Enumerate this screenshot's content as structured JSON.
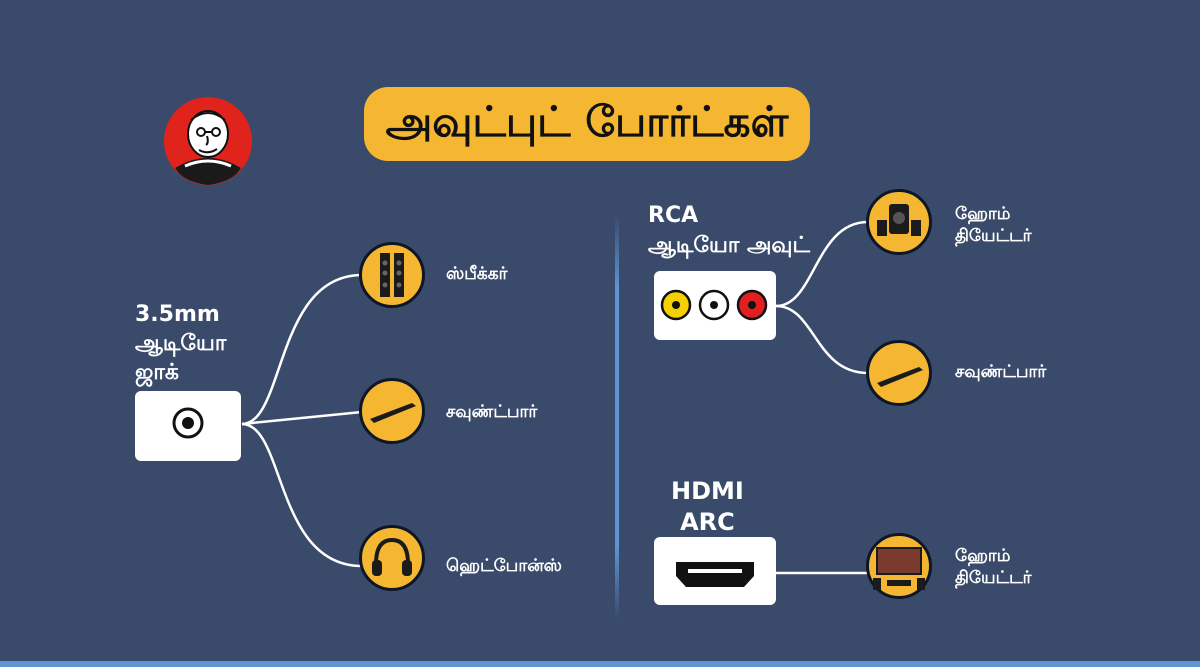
{
  "title": "அவுட்புட் போர்ட்கள்",
  "left": {
    "source_label_lines": [
      "3.5mm",
      "ஆடியோ",
      "ஜாக்"
    ],
    "devices": [
      {
        "label": "ஸ்பீக்கர்",
        "icon": "tower-speakers-icon"
      },
      {
        "label": "சவுண்ட்பார்",
        "icon": "soundbar-icon"
      },
      {
        "label": "ஹெட்போன்ஸ்",
        "icon": "headphones-icon"
      }
    ]
  },
  "rca": {
    "label_lines": [
      "RCA",
      "ஆடியோ அவுட்"
    ],
    "jack_colors": [
      "#f5d000",
      "#ffffff",
      "#e02020"
    ],
    "devices": [
      {
        "label_lines": [
          "ஹோம்",
          "தியேட்டர்"
        ],
        "icon": "home-theater-speakers-icon"
      },
      {
        "label_lines": [
          "சவுண்ட்பார்"
        ],
        "icon": "soundbar-icon"
      }
    ]
  },
  "hdmi": {
    "label_lines": [
      "HDMI",
      "ARC"
    ],
    "devices": [
      {
        "label_lines": [
          "ஹோம்",
          "தியேட்டர்"
        ],
        "icon": "tv-home-theater-icon"
      }
    ]
  },
  "colors": {
    "background": "#3a4a6b",
    "accent": "#f5b731",
    "wire": "#ffffff",
    "divider": "#5e93d6"
  }
}
